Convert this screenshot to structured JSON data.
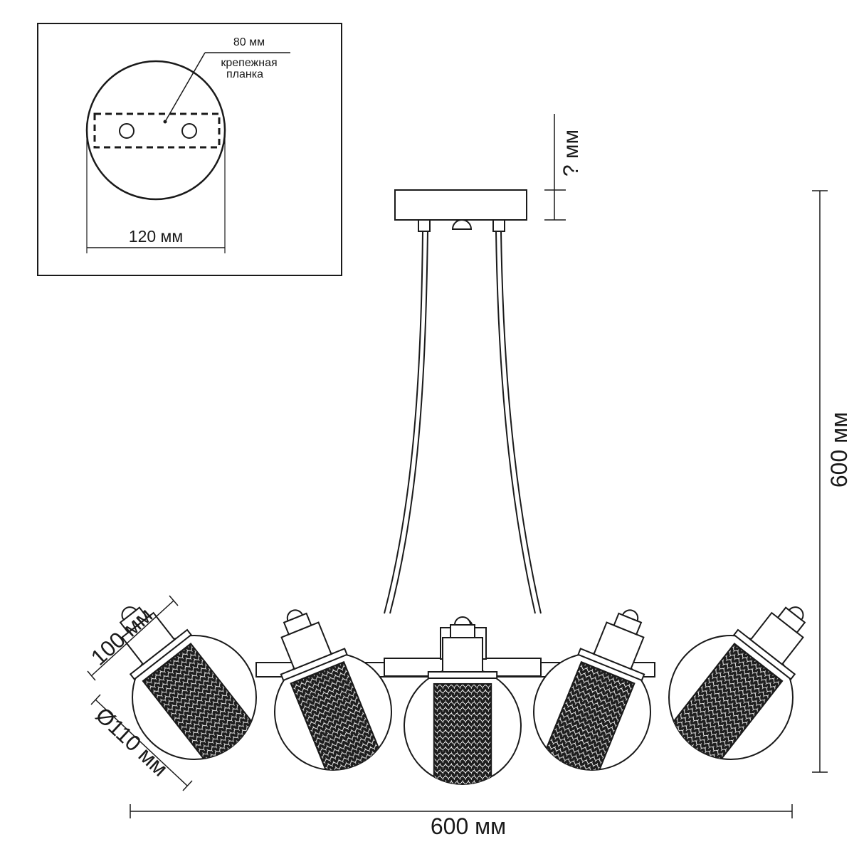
{
  "inset": {
    "plate_label_line1": "крепежная",
    "plate_label_line2": "планка",
    "plate_length": "80 мм",
    "canopy_diameter": "120 мм"
  },
  "dimensions": {
    "height": "600 мм",
    "width": "600 мм",
    "canopy_height": "? мм",
    "shade_height": "100 мм",
    "shade_diameter": "Ø110 мм"
  },
  "fixture": {
    "shade_count": 5,
    "colors": {
      "line": "#1a1a1a",
      "texture": "#1e1e1e",
      "background": "#ffffff"
    }
  }
}
